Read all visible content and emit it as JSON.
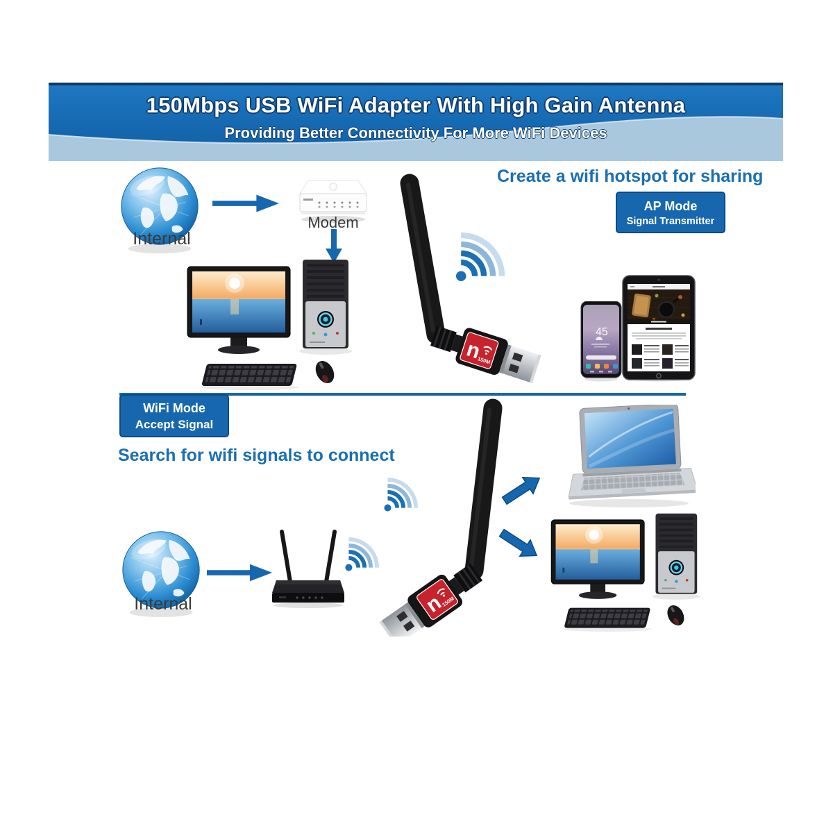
{
  "colors": {
    "accent_blue": "#1a6fb5",
    "banner_blue": "#1568b0",
    "badge_blue": "#1767ae",
    "badge_border": "#0c4a84",
    "wave_light_blue": "#a9c8de",
    "label_gray": "#3a3a3a",
    "adapter_logo_red": "#c8222c"
  },
  "banner": {
    "title": "150Mbps USB WiFi Adapter With High Gain Antenna",
    "subtitle": "Providing Better Connectivity For More WiFi Devices"
  },
  "ap_section": {
    "heading": "Create a wifi hotspot for sharing",
    "badge": {
      "line1": "AP Mode",
      "line2": "Signal Transmitter"
    },
    "globe_label": "Internal",
    "modem_label": "Modem",
    "phone_temp": "45"
  },
  "wifi_section": {
    "badge": {
      "line1": "WiFi Mode",
      "line2": "Accept Signal"
    },
    "heading": "Search for wifi signals to connect",
    "globe_label": "Internal"
  },
  "adapter_label": {
    "big": "n",
    "small": "150M"
  }
}
